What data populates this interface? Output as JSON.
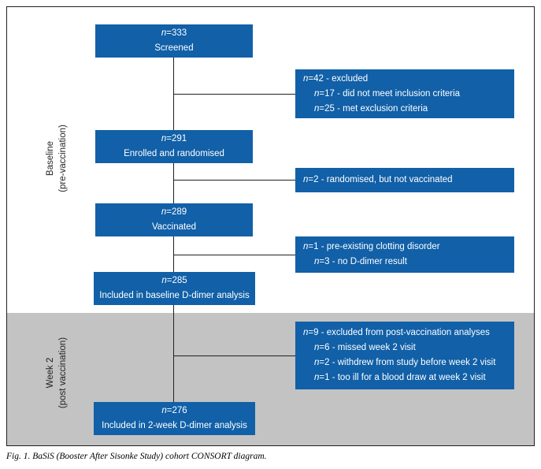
{
  "palette": {
    "box_blue": "#1160a8",
    "week2_section_gray": "#c3c3c3",
    "line_color": "#231f20"
  },
  "section_labels": {
    "baseline": {
      "line1": "Baseline",
      "line2": "(pre-vaccination)"
    },
    "week2": {
      "line1": "Week 2",
      "line2": "(post vaccination)"
    }
  },
  "main_boxes": [
    {
      "n_pre": "n",
      "n_val": "=333",
      "label": "Screened"
    },
    {
      "n_pre": "n",
      "n_val": "=291",
      "label": "Enrolled and randomised"
    },
    {
      "n_pre": "n",
      "n_val": "=289",
      "label": "Vaccinated"
    },
    {
      "n_pre": "n",
      "n_val": "=285",
      "label": "Included in baseline D-dimer analysis"
    },
    {
      "n_pre": "n",
      "n_val": "=276",
      "label": "Included in 2-week D-dimer analysis"
    }
  ],
  "side_boxes": [
    {
      "lines": [
        {
          "n_pre": "n",
          "text": "=42 - excluded"
        },
        {
          "n_pre": "n",
          "text": "=17 - did not meet inclusion criteria"
        },
        {
          "n_pre": "n",
          "text": "=25 - met exclusion criteria"
        }
      ]
    },
    {
      "lines": [
        {
          "n_pre": "n",
          "text": "=2 - randomised, but not vaccinated"
        }
      ]
    },
    {
      "lines": [
        {
          "n_pre": "n",
          "text": "=1 - pre-existing clotting disorder"
        },
        {
          "n_pre": "n",
          "text": "=3 - no D-dimer result"
        }
      ]
    },
    {
      "lines": [
        {
          "n_pre": "n",
          "text": "=9 - excluded from post-vaccination analyses"
        },
        {
          "n_pre": "n",
          "text": "=6 - missed week 2 visit"
        },
        {
          "n_pre": "n",
          "text": "=2 - withdrew from study before week 2 visit"
        },
        {
          "n_pre": "n",
          "text": "=1 - too ill for a blood draw at week 2 visit"
        }
      ]
    }
  ],
  "caption": "Fig. 1. BaSiS (Booster After Sisonke Study) cohort CONSORT diagram."
}
